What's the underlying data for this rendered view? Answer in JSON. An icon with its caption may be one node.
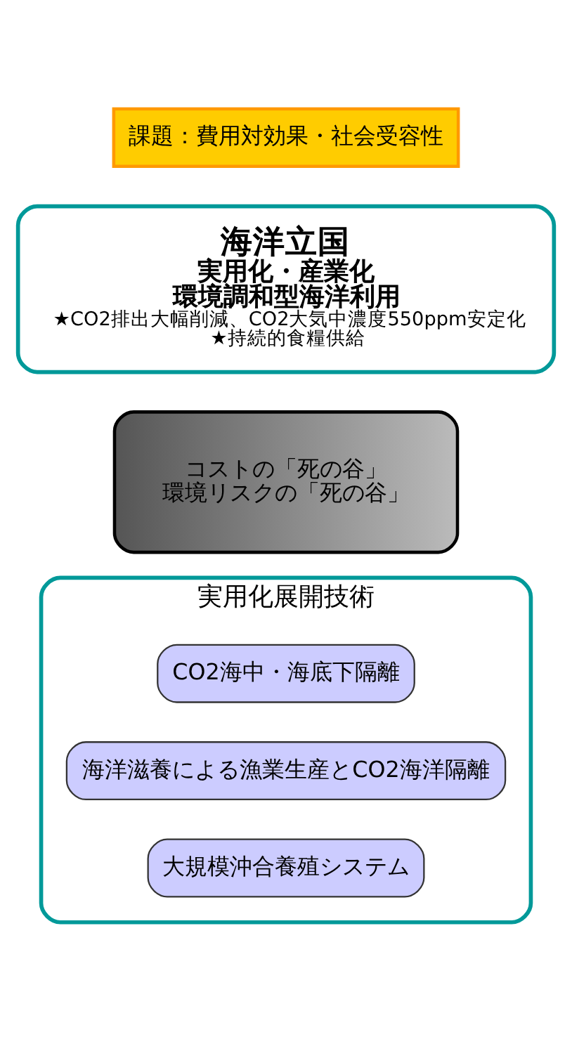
{
  "diagram": {
    "nodes": [
      {
        "text": [
          "実用化展開技術"
        ]
      },
      {
        "text": [
          "CO2海中・海底下隔離"
        ],
        "in": 0
      },
      {
        "text": [
          "海洋滋養による漁業生産とCO2海洋隔離"
        ],
        "in": 0
      },
      {
        "text": [
          "大規模沖合養殖システム"
        ],
        "in": 0
      },
      {
        "text": [
          "コストの「死の谷」",
          "環境リスクの「死の谷」"
        ]
      },
      {
        "text": [
          "海洋立国",
          "実用化・産業化",
          "環境調和型海洋利用",
          "★CO2排出大幅削減、CO2大気中濃度550ppm安定化",
          "★持続的食糧供給"
        ]
      },
      {
        "text": [
          "課題：費用対効果・社会受容性"
        ]
      }
    ]
  }
}
